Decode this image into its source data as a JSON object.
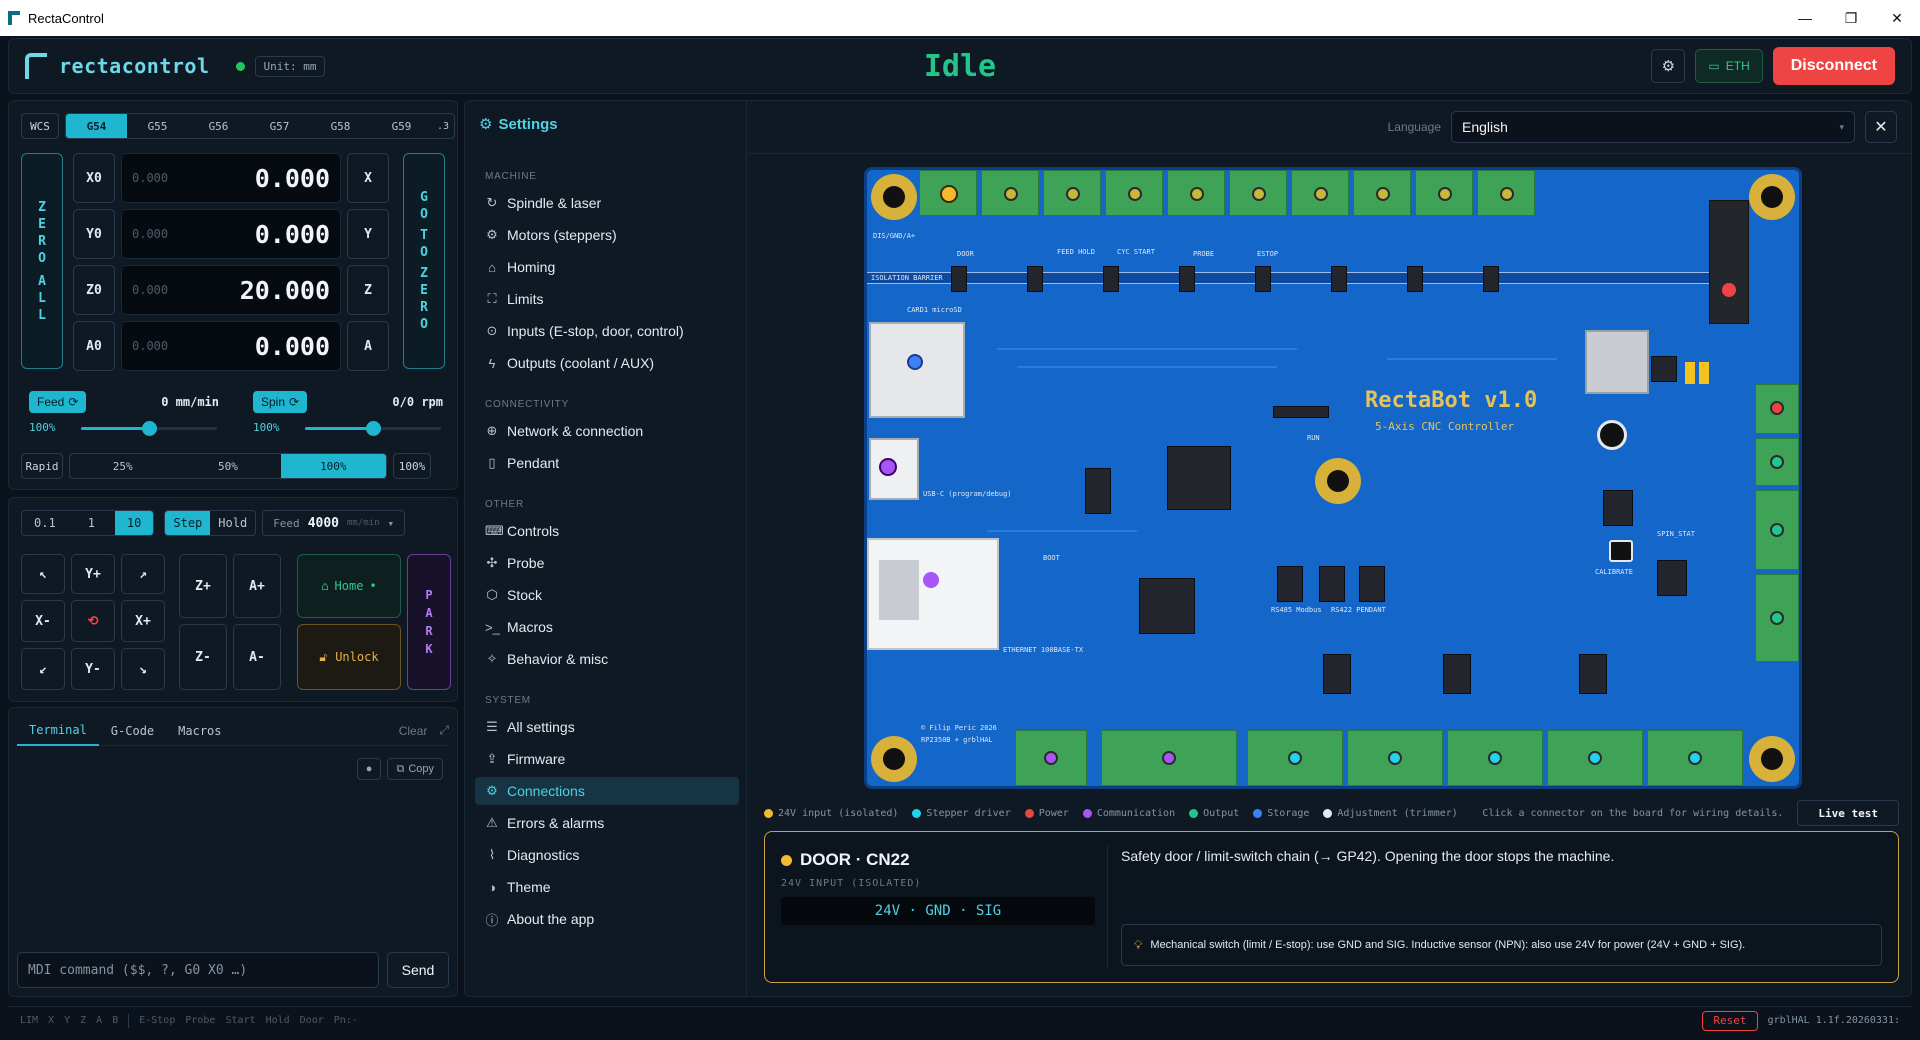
{
  "window": {
    "title": "RectaControl",
    "minimize": "—",
    "maximize": "❐",
    "close": "✕"
  },
  "header": {
    "logo_text": "rectacontrol",
    "unit_label": "Unit: mm",
    "state": "Idle",
    "eth_label": "ETH",
    "disconnect_label": "Disconnect"
  },
  "coords": {
    "wcs_label": "WCS",
    "wcs_tabs": [
      "G54",
      "G55",
      "G56",
      "G57",
      "G58",
      "G59",
      ".3"
    ],
    "zero_all": [
      "Z",
      "E",
      "R",
      "O",
      "",
      "A",
      "L",
      "L"
    ],
    "go_to_zero": [
      "G",
      "O",
      "",
      "T",
      "O",
      "",
      "Z",
      "E",
      "R",
      "O"
    ],
    "axes": [
      {
        "zero": "X0",
        "machine": "0.000",
        "work": "0.000",
        "go": "X"
      },
      {
        "zero": "Y0",
        "machine": "0.000",
        "work": "0.000",
        "go": "Y"
      },
      {
        "zero": "Z0",
        "machine": "0.000",
        "work": "20.000",
        "go": "Z"
      },
      {
        "zero": "A0",
        "machine": "0.000",
        "work": "0.000",
        "go": "A"
      }
    ],
    "feed": {
      "label": "Feed",
      "value": "0 mm/min",
      "pct": "100%",
      "fraction": 0.5
    },
    "spin": {
      "label": "Spin",
      "value": "0/0 rpm",
      "pct": "100%",
      "fraction": 0.5
    },
    "rapid": {
      "label": "Rapid",
      "options": [
        "25%",
        "50%",
        "100%"
      ],
      "current": "100%"
    }
  },
  "jog": {
    "steps": [
      "0.1",
      "1",
      "10"
    ],
    "modes": [
      "Step",
      "Hold"
    ],
    "feed_label": "Feed",
    "feed_value": "4000",
    "feed_unit": "mm/min",
    "btn_yplus": "Y+",
    "btn_yminus": "Y-",
    "btn_xminus": "X-",
    "btn_xplus": "X+",
    "btn_zplus": "Z+",
    "btn_zminus": "Z-",
    "btn_aplus": "A+",
    "btn_aminus": "A-",
    "arrow_nw": "↖",
    "arrow_ne": "↗",
    "arrow_sw": "↙",
    "arrow_se": "↘",
    "center": "⟲",
    "home_label": "Home",
    "unlock_label": "Unlock",
    "park": [
      "P",
      "A",
      "R",
      "K"
    ]
  },
  "terminal": {
    "tabs": [
      "Terminal",
      "G-Code",
      "Macros"
    ],
    "clear_label": "Clear",
    "copy_label": "Copy",
    "mdi_placeholder": "MDI command ($$, ?, G0 X0 …)",
    "send_label": "Send"
  },
  "settings": {
    "title": "Settings",
    "sections": {
      "machine": "MACHINE",
      "connectivity": "CONNECTIVITY",
      "other": "OTHER",
      "system": "SYSTEM"
    },
    "items": {
      "spindle": "Spindle & laser",
      "motors": "Motors (steppers)",
      "homing": "Homing",
      "limits": "Limits",
      "inputs": "Inputs (E-stop, door, control)",
      "outputs": "Outputs (coolant / AUX)",
      "network": "Network & connection",
      "pendant": "Pendant",
      "controls": "Controls",
      "probe": "Probe",
      "stock": "Stock",
      "macros": "Macros",
      "behavior": "Behavior & misc",
      "all": "All settings",
      "firmware": "Firmware",
      "connections": "Connections",
      "errors": "Errors & alarms",
      "diagnostics": "Diagnostics",
      "theme": "Theme",
      "about": "About the app"
    },
    "language_label": "Language",
    "language_value": "English"
  },
  "board": {
    "title": "RectaBot v1.0",
    "subtitle": "5-Axis CNC Controller",
    "isolation": "ISOLATION BARRIER",
    "ethernet": "ETHERNET 100BASE-TX",
    "rs485": "RS485 Modbus",
    "rs422": "RS422 PENDANT",
    "calibrate": "CALIBRATE",
    "copyright": "© Filip Peric 2026",
    "mcu": "RP2350B + grblHAL",
    "run": "RUN",
    "boot": "BOOT",
    "usb": "USB-C (program/debug)",
    "spin_stat": "SPIN_STAT",
    "card": "CARD1 microSD",
    "door": "DOOR",
    "probe": "PROBE",
    "estop": "ESTOP",
    "cyc": "CYC START",
    "feedhold": "FEED HOLD"
  },
  "legend": {
    "items": [
      {
        "label": "24V input (isolated)",
        "color": "#f5b82e"
      },
      {
        "label": "Stepper driver",
        "color": "#22d3ee"
      },
      {
        "label": "Power",
        "color": "#ef4444"
      },
      {
        "label": "Communication",
        "color": "#a855f7"
      },
      {
        "label": "Output",
        "color": "#22c58a"
      },
      {
        "label": "Storage",
        "color": "#3b82f6"
      },
      {
        "label": "Adjustment (trimmer)",
        "color": "#e5e7eb"
      }
    ],
    "hint": "Click a connector on the board for wiring details.",
    "live_test": "Live test"
  },
  "info": {
    "name": "DOOR · CN22",
    "type": "24V INPUT (ISOLATED)",
    "pins": "24V · GND · SIG",
    "description": "Safety door / limit-switch chain (→ GP42). Opening the door stops the machine.",
    "tip": "Mechanical switch (limit / E-stop): use GND and SIG. Inductive sensor (NPN): also use 24V for power (24V + GND + SIG)."
  },
  "statusbar": {
    "axes": [
      "LIM",
      "X",
      "Y",
      "Z",
      "A",
      "B"
    ],
    "inputs": [
      "E-Stop",
      "Probe",
      "Start",
      "Hold",
      "Door",
      "Pn:-"
    ],
    "reset_label": "Reset",
    "firmware": "grblHAL 1.1f.20260331:"
  }
}
